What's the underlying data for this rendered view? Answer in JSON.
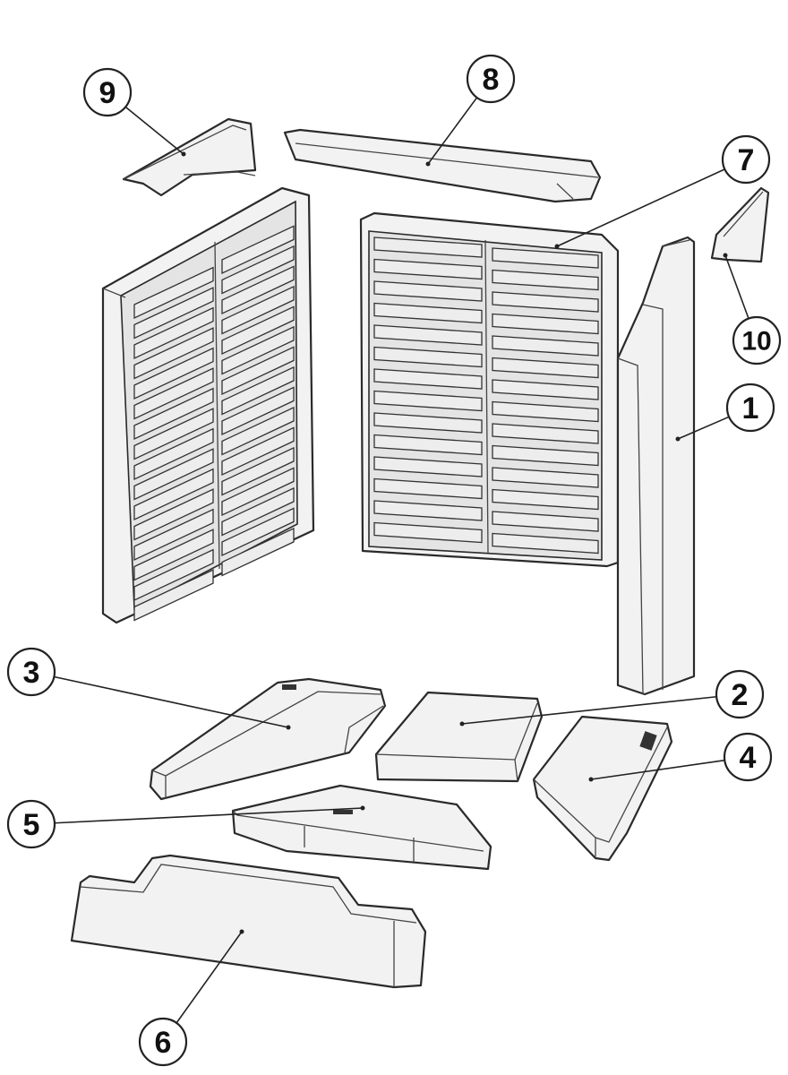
{
  "diagram": {
    "type": "exploded-parts-diagram",
    "callouts": [
      {
        "id": "1",
        "label": "1"
      },
      {
        "id": "2",
        "label": "2"
      },
      {
        "id": "3",
        "label": "3"
      },
      {
        "id": "4",
        "label": "4"
      },
      {
        "id": "5",
        "label": "5"
      },
      {
        "id": "6",
        "label": "6"
      },
      {
        "id": "7",
        "label": "7"
      },
      {
        "id": "8",
        "label": "8"
      },
      {
        "id": "9",
        "label": "9"
      },
      {
        "id": "10",
        "label": "10"
      }
    ],
    "colors": {
      "line": "#2a2a2a",
      "fill": "#f2f2f2"
    }
  }
}
